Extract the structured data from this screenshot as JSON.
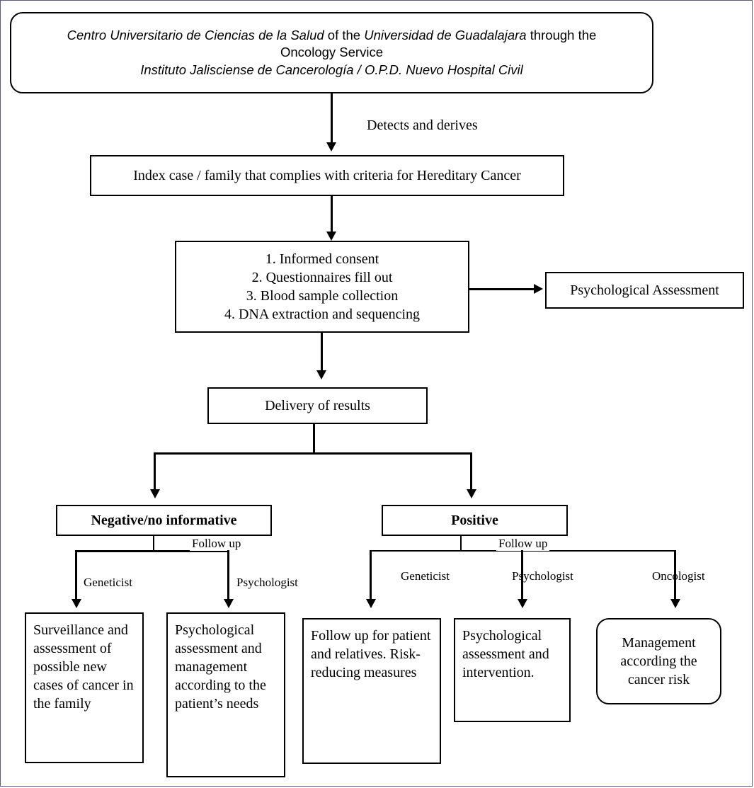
{
  "diagram": {
    "title_box": {
      "line1_italic_a": "Centro Universitario de Ciencias de la Salud",
      "line1_plain_a": " of the ",
      "line1_italic_b": "Universidad de Guadalajara",
      "line1_plain_b": " through the",
      "line2": "Oncology Service",
      "line3": "Instituto Jalisciense de Cancerología / O.P.D. Nuevo Hospital Civil"
    },
    "edges": {
      "detects_and_derives": "Detects and derives",
      "follow_up_left": "Follow up",
      "follow_up_right": "Follow up",
      "geneticist_left": "Geneticist",
      "psychologist_left": "Psychologist",
      "geneticist_right": "Geneticist",
      "psychologist_right": "Psychologist",
      "oncologist_right": "Oncologist"
    },
    "nodes": {
      "index_case": "Index case / family that complies with criteria for Hereditary Cancer",
      "steps": "1. Informed consent\n2. Questionnaires fill out\n3. Blood sample collection\n4. DNA extraction and sequencing",
      "psychological_assessment": "Psychological Assessment",
      "delivery_of_results": "Delivery of results",
      "negative": "Negative/no informative",
      "positive": "Positive",
      "surveillance": "Surveillance and assessment of possible new cases of cancer in the family",
      "psych_management": "Psychological assessment and management according to the patient’s needs",
      "follow_up_patient": "Follow up for patient and relatives. Risk-reducing measures",
      "psych_intervention": "Psychological assessment and intervention.",
      "management_risk": "Management according the cancer risk"
    },
    "colors": {
      "stroke": "#000000",
      "background": "#ffffff",
      "page_border": "#5c5c7a"
    }
  }
}
